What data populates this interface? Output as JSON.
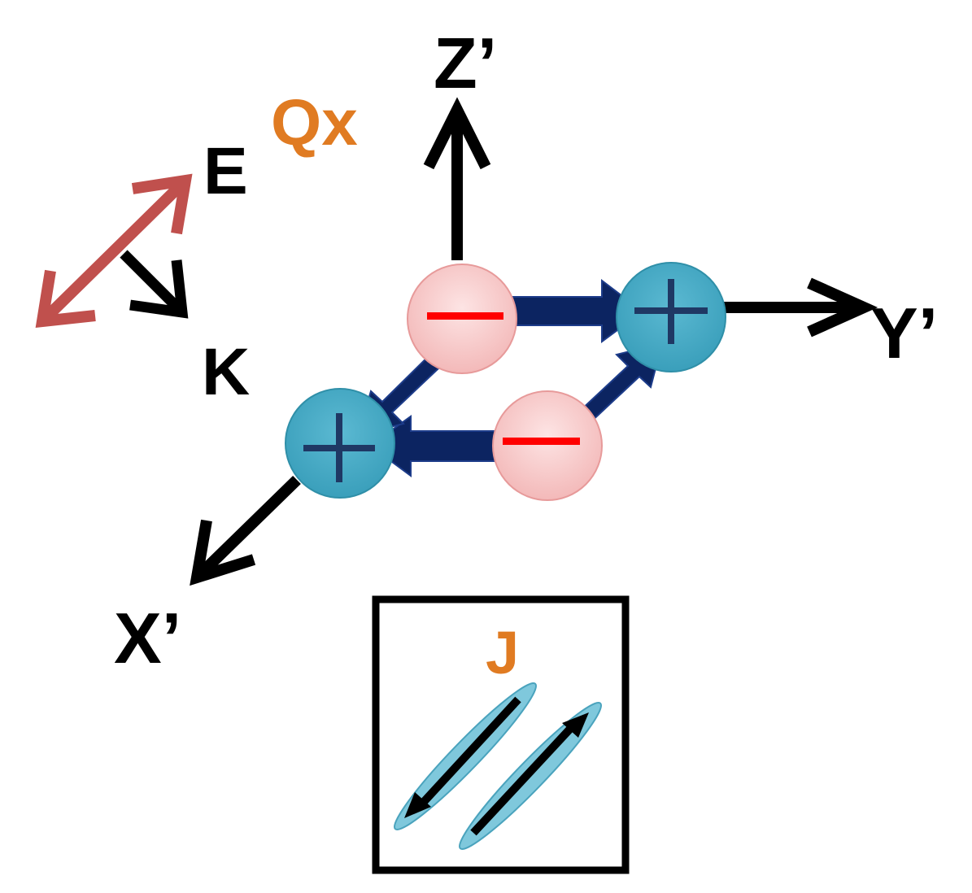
{
  "title": "Qx",
  "inset_label": "J",
  "labels": {
    "z_axis": "Z’",
    "y_axis": "Y’",
    "x_axis": "X’",
    "e_field": "E",
    "k_vector": "K"
  },
  "colors": {
    "axis": "#000000",
    "title": "#e07b22",
    "e_field": "#c0504d",
    "positive_charge": "#4aacc6",
    "positive_charge_edge": "#2f8fa8",
    "negative_charge": "#f6c5c5",
    "negative_charge_edge": "#e79a9a",
    "positive_sign": "#1f3864",
    "negative_sign": "#ff0000",
    "flow_arrow": "#0c2461",
    "ellipse": "#7fc8dc"
  },
  "charges": [
    {
      "sign": "+",
      "name": "positive-charge-front"
    },
    {
      "sign": "+",
      "name": "positive-charge-right"
    },
    {
      "sign": "-",
      "name": "negative-charge-top"
    },
    {
      "sign": "-",
      "name": "negative-charge-bottom"
    }
  ]
}
